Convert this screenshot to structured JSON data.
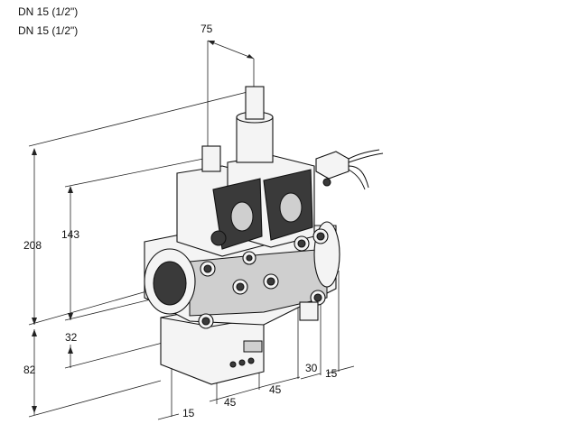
{
  "header": {
    "line1": "DN 15 (1/2\")",
    "line2": "DN 15 (1/2\")"
  },
  "dimensions": {
    "top_width": "75",
    "total_height": "208",
    "upper_height": "143",
    "lower_offset": "32",
    "base_height": "82",
    "bottom_left": "15",
    "pitch_1": "45",
    "pitch_2": "45",
    "right_30": "30",
    "right_15": "15"
  }
}
